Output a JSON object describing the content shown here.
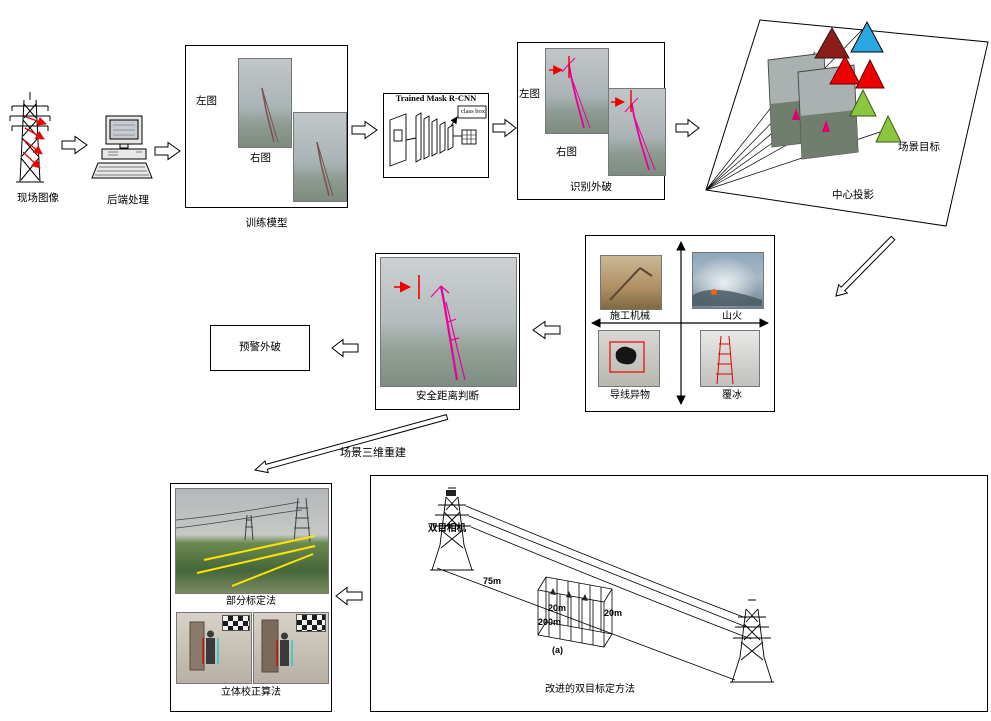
{
  "flow": {
    "scene_image": "现场图像",
    "backend": "后端处理",
    "train": {
      "left": "左图",
      "right": "右图",
      "caption": "训练模型"
    },
    "rcnn": {
      "title": "Trained Mask R-CNN",
      "class_box": "class box"
    },
    "detect": {
      "left": "左图",
      "right": "右图",
      "caption": "识别外破"
    },
    "projection": {
      "target": "场景目标",
      "caption": "中心投影"
    },
    "hazards": {
      "tl": "施工机械",
      "tr": "山火",
      "bl": "导线异物",
      "br": "覆冰"
    },
    "safety_caption": "安全距离判断",
    "warning": "预警外破",
    "reconstruction": "场景三维重建",
    "calibration": {
      "partial": "部分标定法",
      "stereo": "立体校正算法"
    },
    "binocular": {
      "camera": "双目相机",
      "dist_75": "75m",
      "dist_20_left": "20m",
      "dist_200": "200m",
      "dist_20_right": "20m",
      "sub": "(a)",
      "caption": "改进的双目标定方法"
    }
  },
  "colors": {
    "crane_magenta": "#e80098",
    "annotation_red": "#ee0000",
    "triangle_blue": "#2aa7e0",
    "triangle_green": "#8cc63f",
    "triangle_maroon": "#8c1d1d",
    "calibration_yellow": "#ffe400"
  }
}
